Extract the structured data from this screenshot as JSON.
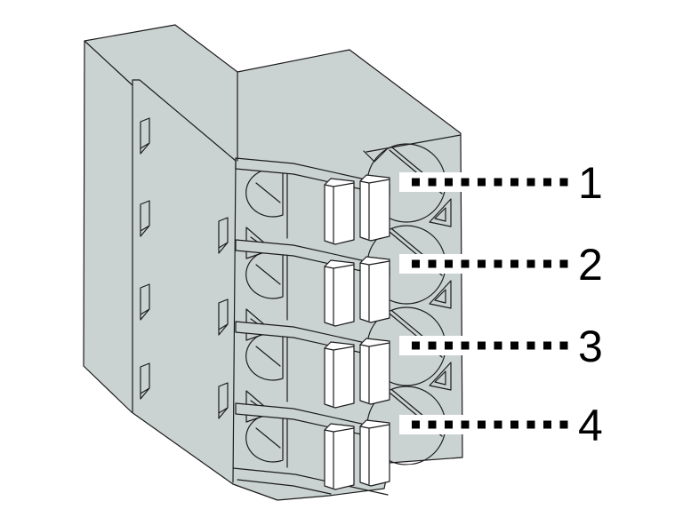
{
  "figure": {
    "type": "technical-illustration",
    "subject": "4-position plug-in connector, isometric view",
    "body_color": "#cbd3d2",
    "line_color": "#1c1c1c",
    "contact_color": "#ffffff",
    "background_color": "#ffffff",
    "callout_color": "#000000",
    "leader_style": "dotted"
  },
  "callouts": [
    {
      "label": "1"
    },
    {
      "label": "2"
    },
    {
      "label": "3"
    },
    {
      "label": "4"
    }
  ]
}
